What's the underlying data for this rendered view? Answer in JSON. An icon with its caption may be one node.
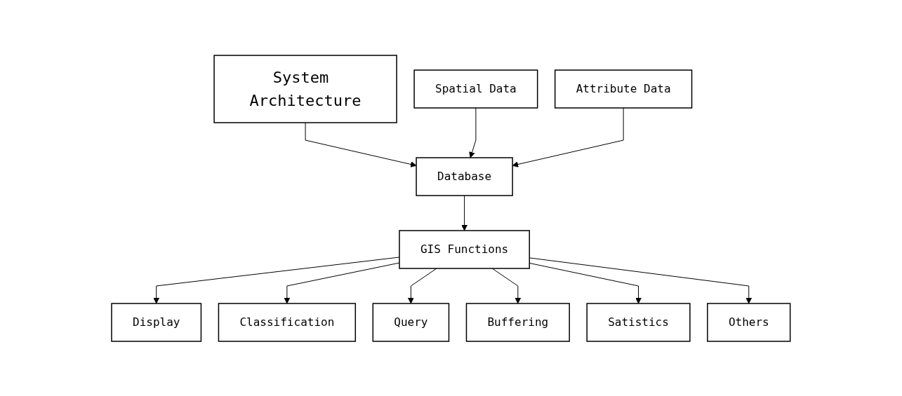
{
  "diagram": {
    "nodes": [
      {
        "text": [
          "System Architecture"
        ]
      },
      {
        "text": [
          "Database"
        ]
      },
      {
        "text": [
          "Spatial Data"
        ]
      },
      {
        "text": [
          "Attribute Data"
        ]
      },
      {
        "text": [
          "GIS Functions"
        ]
      },
      {
        "text": [
          "Display"
        ]
      },
      {
        "text": [
          "Classification"
        ]
      },
      {
        "text": [
          "Query"
        ]
      },
      {
        "text": [
          "Buffering"
        ]
      },
      {
        "text": [
          "Satistics"
        ]
      },
      {
        "text": [
          "Others"
        ]
      }
    ],
    "edges": [
      {
        "from": 0,
        "to": 1,
        "arrow": "to"
      },
      {
        "from": 2,
        "to": 1,
        "arrow": "to"
      },
      {
        "from": 3,
        "to": 1,
        "arrow": "to"
      },
      {
        "from": 1,
        "to": 4,
        "arrow": "to"
      },
      {
        "from": 4,
        "to": 5,
        "arrow": "to"
      },
      {
        "from": 4,
        "to": 6,
        "arrow": "to"
      },
      {
        "from": 4,
        "to": 7,
        "arrow": "to"
      },
      {
        "from": 4,
        "to": 8,
        "arrow": "to"
      },
      {
        "from": 4,
        "to": 9,
        "arrow": "to"
      },
      {
        "from": 4,
        "to": 10,
        "arrow": "to"
      }
    ]
  }
}
